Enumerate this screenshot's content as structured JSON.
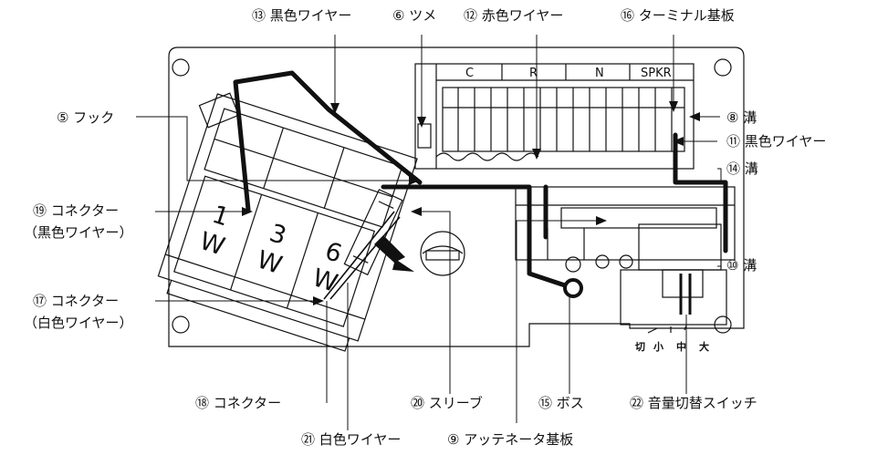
{
  "colors": {
    "line": "#111111",
    "wire": "#111111",
    "bg": "#ffffff"
  },
  "terminal_labels": [
    "C",
    "R",
    "N",
    "SPKR"
  ],
  "volume_labels": [
    "切",
    "小",
    "中",
    "大"
  ],
  "capacitor_labels": [
    {
      "num": "1",
      "unit": "W"
    },
    {
      "num": "3",
      "unit": "W"
    },
    {
      "num": "6",
      "unit": "W"
    }
  ],
  "callouts": {
    "c13": "⑬ 黒色ワイヤー",
    "c6": "⑥ ツメ",
    "c12": "⑫ 赤色ワイヤー",
    "c16": "⑯ ターミナル基板",
    "c5": "⑤ フック",
    "c8": "⑧ 溝",
    "c11": "⑪ 黒色ワイヤー",
    "c14": "⑭ 溝",
    "c19_line1": "⑲ コネクター",
    "c19_line2": "（黒色ワイヤー）",
    "c10": "⑩ 溝",
    "c17_line1": "⑰ コネクター",
    "c17_line2": "（白色ワイヤー）",
    "c18": "⑱ コネクター",
    "c20": "⑳ スリーブ",
    "c15": "⑮ ボス",
    "c22": "㉒ 音量切替スイッチ",
    "c21": "㉑ 白色ワイヤー",
    "c9": "⑨ アッテネータ基板"
  }
}
